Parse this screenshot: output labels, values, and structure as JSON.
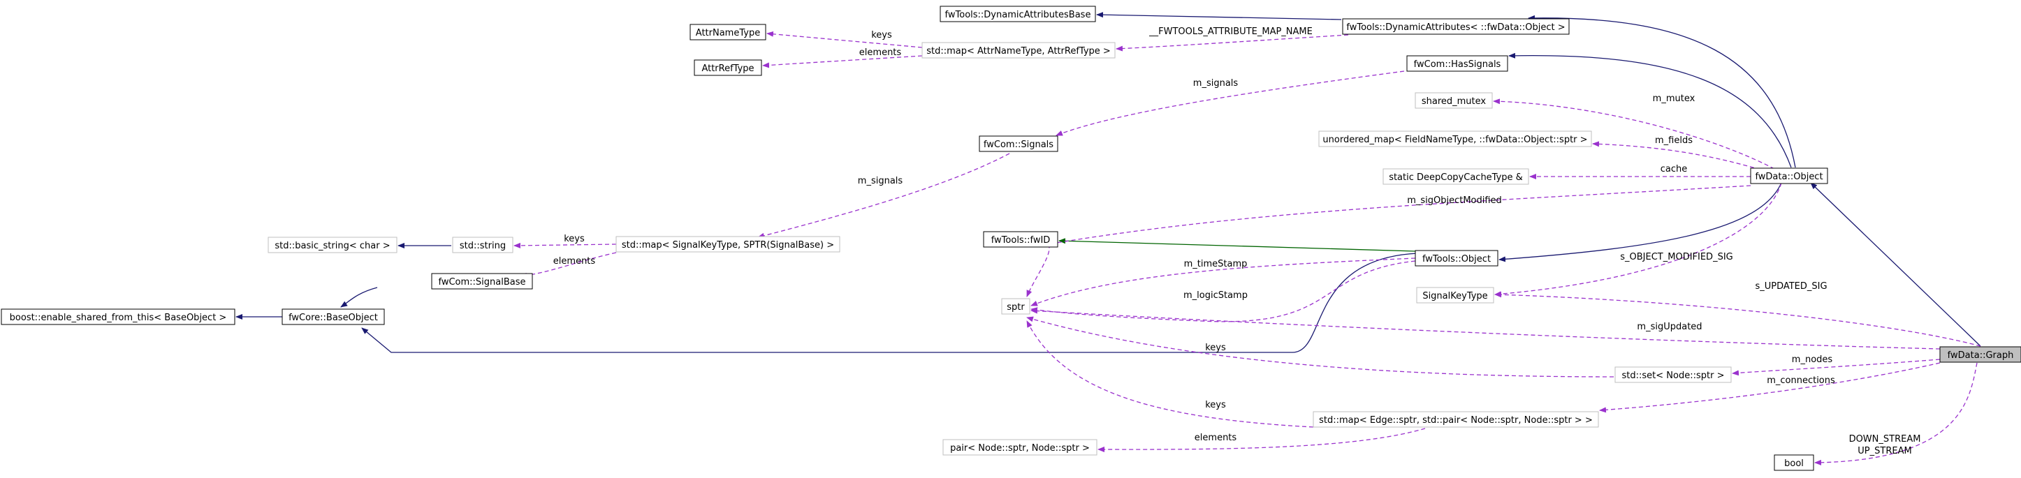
{
  "diagram": {
    "nodes": [
      {
        "id": "graph",
        "label": "fwData::Graph",
        "style": "focus"
      },
      {
        "id": "object",
        "label": "fwData::Object",
        "style": "solid"
      },
      {
        "id": "tools_object",
        "label": "fwTools::Object",
        "style": "solid"
      },
      {
        "id": "fwid",
        "label": "fwTools::fwID",
        "style": "solid"
      },
      {
        "id": "has_signals",
        "label": "fwCom::HasSignals",
        "style": "solid"
      },
      {
        "id": "dyn_attr",
        "label": "fwTools::DynamicAttributes< ::fwData::Object >",
        "style": "solid"
      },
      {
        "id": "dyn_attr_base",
        "label": "fwTools::DynamicAttributesBase",
        "style": "solid"
      },
      {
        "id": "attr_name_type",
        "label": "AttrNameType",
        "style": "solid"
      },
      {
        "id": "attr_ref_type",
        "label": "AttrRefType",
        "style": "solid"
      },
      {
        "id": "std_map_attr",
        "label": "std::map< AttrNameType, AttrRefType >",
        "style": "gray"
      },
      {
        "id": "signals",
        "label": "fwCom::Signals",
        "style": "solid"
      },
      {
        "id": "std_map_sig",
        "label": "std::map< SignalKeyType, SPTR(SignalBase) >",
        "style": "gray"
      },
      {
        "id": "std_string",
        "label": "std::string",
        "style": "gray"
      },
      {
        "id": "basic_string",
        "label": "std::basic_string< char >",
        "style": "gray"
      },
      {
        "id": "signal_base",
        "label": "fwCom::SignalBase",
        "style": "solid"
      },
      {
        "id": "base_object",
        "label": "fwCore::BaseObject",
        "style": "solid"
      },
      {
        "id": "enable_shared",
        "label": "boost::enable_shared_from_this< BaseObject >",
        "style": "solid"
      },
      {
        "id": "shared_mutex",
        "label": "shared_mutex",
        "style": "gray"
      },
      {
        "id": "unordered_map",
        "label": "unordered_map< FieldNameType, ::fwData::Object::sptr >",
        "style": "gray"
      },
      {
        "id": "deep_copy",
        "label": "static DeepCopyCacheType &",
        "style": "gray"
      },
      {
        "id": "signal_key_type",
        "label": "SignalKeyType",
        "style": "gray"
      },
      {
        "id": "sptr",
        "label": "sptr",
        "style": "gray"
      },
      {
        "id": "std_set",
        "label": "std::set< Node::sptr >",
        "style": "gray"
      },
      {
        "id": "std_map_edge",
        "label": "std::map< Edge::sptr, std::pair< Node::sptr, Node::sptr > >",
        "style": "gray"
      },
      {
        "id": "pair_node",
        "label": "pair< Node::sptr, Node::sptr >",
        "style": "gray"
      },
      {
        "id": "bool",
        "label": "bool",
        "style": "solid"
      }
    ],
    "edge_labels": {
      "keys_attr": "keys",
      "elements_attr": "elements",
      "fwtools_attr_map_name": "__FWTOOLS_ATTRIBUTE_MAP_NAME",
      "m_signals_top": "m_signals",
      "m_signals_mid": "m_signals",
      "keys_sig": "keys",
      "elements_sig": "elements",
      "m_mutex": "m_mutex",
      "m_fields": "m_fields",
      "cache": "cache",
      "m_sigObjectModified": "m_sigObjectModified",
      "s_OBJECT_MODIFIED_SIG": "s_OBJECT_MODIFIED_SIG",
      "s_UPDATED_SIG": "s_UPDATED_SIG",
      "m_timeStamp": "m_timeStamp",
      "m_logicStamp": "m_logicStamp",
      "m_sigUpdated": "m_sigUpdated",
      "keys_set": "keys",
      "m_nodes": "m_nodes",
      "m_connections": "m_connections",
      "keys_edge": "keys",
      "elements_edge": "elements",
      "down_stream": "DOWN_STREAM",
      "up_stream": "UP_STREAM"
    },
    "colors": {
      "inheritance": "#191970",
      "public_inheritance_green": "#006400",
      "usage": "#9a32cd",
      "gray_border": "#bfbfbf",
      "solid_border": "#000000",
      "focus_fill": "#bfbfbf"
    }
  }
}
